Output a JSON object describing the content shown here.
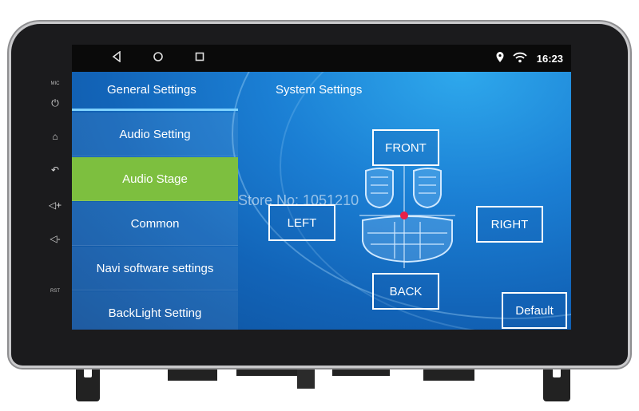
{
  "status_bar": {
    "time": "16:23",
    "nav_icons": [
      "back-icon",
      "home-icon",
      "recents-icon"
    ],
    "status_icons": [
      "location-icon",
      "wifi-icon"
    ]
  },
  "side_keys": {
    "mic": "MIC",
    "rst": "RST",
    "icons": [
      "power-icon",
      "home-icon",
      "back-icon",
      "volume-up-icon",
      "volume-down-icon"
    ]
  },
  "tabs": [
    {
      "label": "General Settings",
      "selected": true
    },
    {
      "label": "System Settings",
      "selected": false
    }
  ],
  "menu": [
    {
      "label": "Audio Setting",
      "active": false
    },
    {
      "label": "Audio Stage",
      "active": true
    },
    {
      "label": "Common",
      "active": false
    },
    {
      "label": "Navi software settings",
      "active": false
    },
    {
      "label": "BackLight Setting",
      "active": false
    }
  ],
  "stage": {
    "front": "FRONT",
    "back": "BACK",
    "left": "LEFT",
    "right": "RIGHT",
    "default": "Default"
  },
  "watermark": "Store No: 1051210",
  "colors": {
    "accent_active": "#7dbf3f",
    "screen_blue": "#1b7fd4",
    "focus_marker": "#e8204a"
  }
}
